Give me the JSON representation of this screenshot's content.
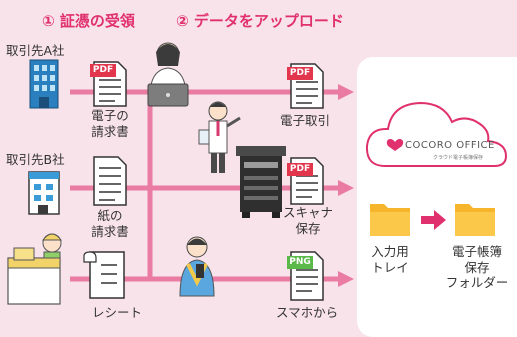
{
  "step1": "① 証憑の受領",
  "step2": "② データをアップロード",
  "sources": {
    "company_a": "取引先A社",
    "company_b": "取引先B社"
  },
  "docs": {
    "electronic_invoice": "電子の\n請求書",
    "paper_invoice": "紙の\n請求書",
    "receipt": "レシート"
  },
  "methods": {
    "electronic_trade": "電子取引",
    "scanner": "スキャナ\n保存",
    "smartphone": "スマホから"
  },
  "badges": {
    "pdf": "PDF",
    "png": "PNG"
  },
  "cloud": {
    "brand": "COCORO OFFICE",
    "subtitle": "クラウド電子帳簿保存"
  },
  "folders": {
    "input_tray": "入力用\nトレイ",
    "storage": "電子帳簿\n保存\nフォルダー"
  },
  "colors": {
    "accent": "#e0306e",
    "line": "#ea7ba3",
    "background": "#f8e3ea",
    "folder": "#f7b52c",
    "building": "#3a9bd6"
  }
}
